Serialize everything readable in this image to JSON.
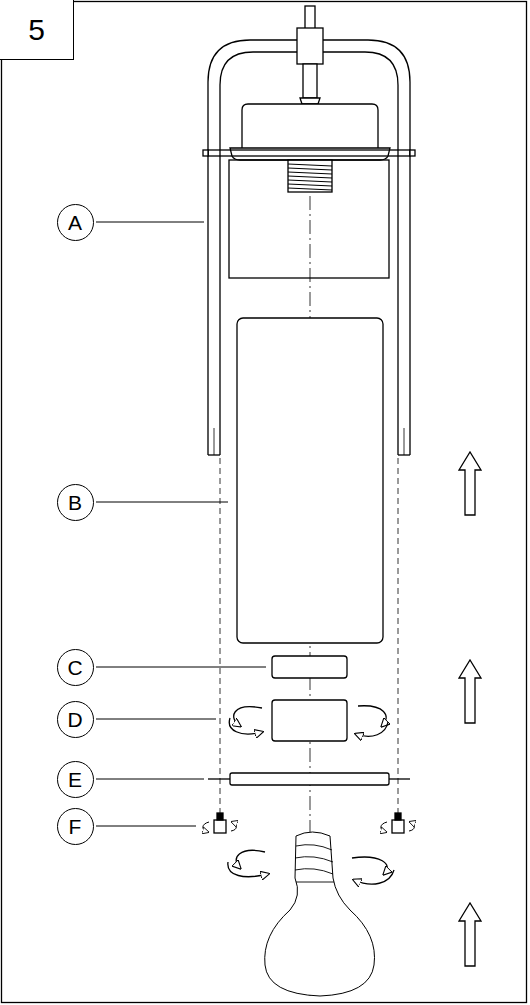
{
  "diagram": {
    "nodes": [
      {
        "text": [
          "5"
        ]
      },
      {
        "text": [
          "A"
        ]
      },
      {
        "text": [
          "B"
        ]
      },
      {
        "text": [
          "C"
        ]
      },
      {
        "text": [
          "D"
        ]
      },
      {
        "text": [
          "E"
        ]
      },
      {
        "text": [
          "F"
        ]
      }
    ]
  }
}
